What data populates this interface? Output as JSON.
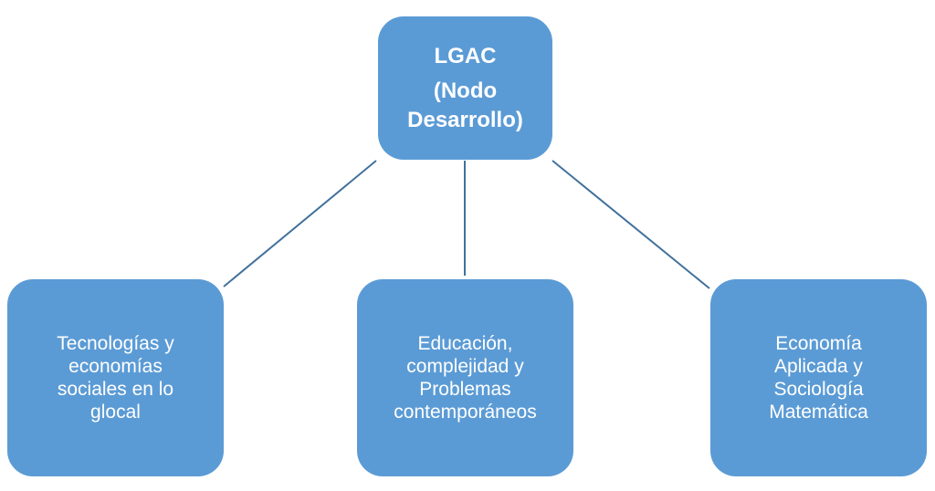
{
  "root": {
    "title": "LGAC",
    "subtitle": "(Nodo\nDesarrollo)"
  },
  "children": [
    {
      "label": "Tecnologías y\neconomías\nsociales en lo\nglocal"
    },
    {
      "label": "Educación,\ncomplejidad y\nProblemas\ncontemporáneos"
    },
    {
      "label": "Economía\nAplicada y\nSociología\nMatemática"
    }
  ],
  "colors": {
    "box": "#5b9bd5",
    "connector": "#41719c"
  }
}
